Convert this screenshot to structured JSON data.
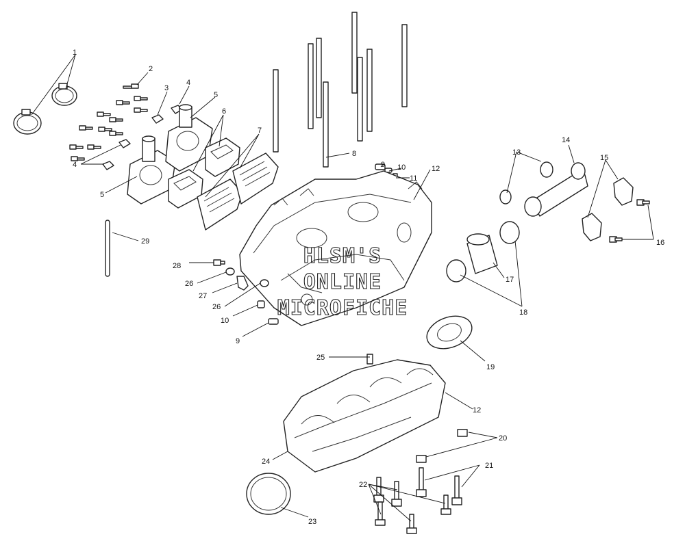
{
  "callouts": [
    "1",
    "2",
    "3",
    "4",
    "5",
    "6",
    "7",
    "8",
    "9",
    "10",
    "11",
    "12",
    "13",
    "14",
    "15",
    "16",
    "17",
    "18",
    "19",
    "20",
    "21",
    "22",
    "23",
    "24",
    "25",
    "26",
    "27",
    "28",
    "29"
  ],
  "watermark": [
    "HLSM'S",
    "ONLINE",
    "MICROFICHE"
  ]
}
